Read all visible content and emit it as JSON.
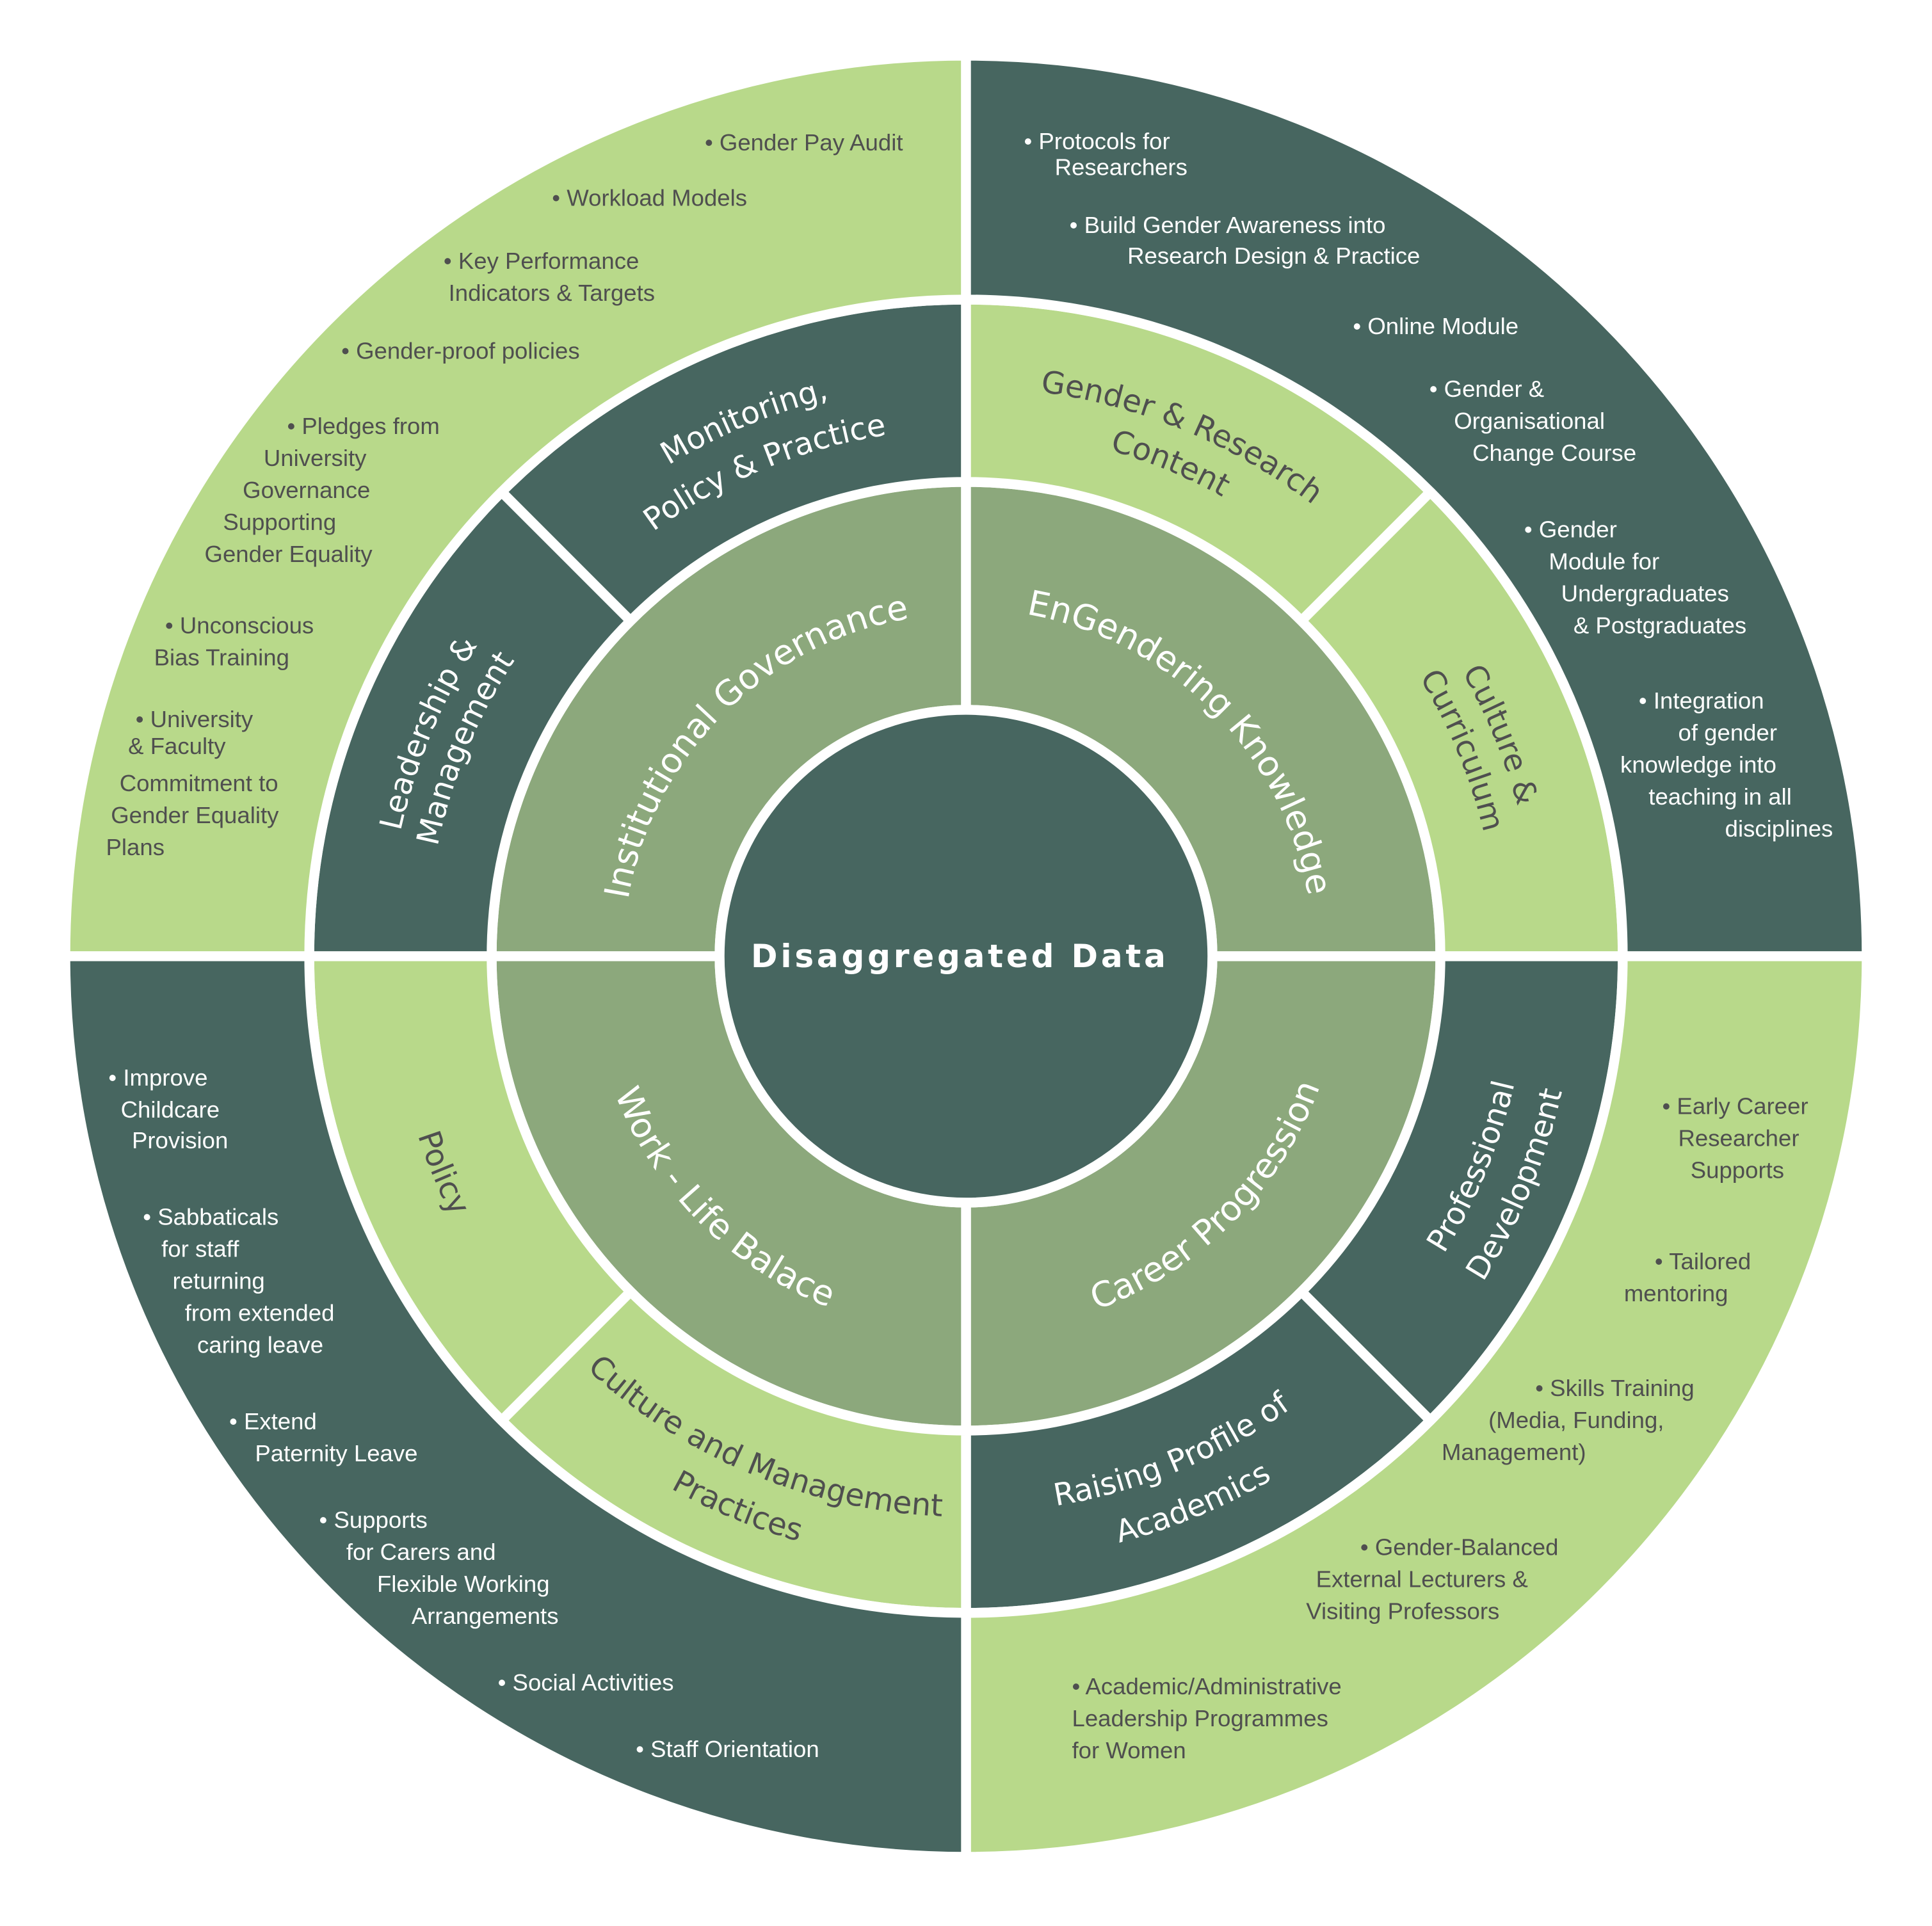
{
  "colors": {
    "dark": "#476660",
    "medium": "#8ca87c",
    "light": "#b8d98a",
    "text_on_light": "#4f4f4f",
    "text_on_dark": "#ffffff"
  },
  "center": {
    "title": "Disaggregated Data"
  },
  "quadrants": {
    "tl": {
      "theme": "Institutional Governance",
      "sub_a": [
        "Leadership &",
        "Management"
      ],
      "sub_b": [
        "Monitoring,",
        "Policy & Practice"
      ],
      "bullets": [
        [
          "• Gender Pay Audit"
        ],
        [
          "• Workload Models"
        ],
        [
          "• Key Performance",
          "Indicators & Targets"
        ],
        [
          "• Gender-proof policies"
        ],
        [
          "• Pledges from",
          "University",
          "Governance",
          "Supporting",
          "Gender Equality"
        ],
        [
          "• Unconscious",
          "Bias Training"
        ],
        [
          "• University",
          "& Faculty",
          "Commitment to",
          "Gender Equality",
          "Plans"
        ]
      ]
    },
    "tr": {
      "theme": "EnGendering Knowledge",
      "sub_a": [
        "Gender & Research",
        "Content"
      ],
      "sub_b": [
        "Culture &",
        "Curriculum"
      ],
      "bullets": [
        [
          "• Protocols for",
          "Researchers"
        ],
        [
          "• Build  Gender Awareness into",
          "Research Design & Practice"
        ],
        [
          "• Online Module"
        ],
        [
          "• Gender &",
          "Organisational",
          "Change Course"
        ],
        [
          "• Gender",
          "Module for",
          "Undergraduates",
          "& Postgraduates"
        ],
        [
          "• Integration",
          "of gender",
          "knowledge into",
          "teaching in all",
          "disciplines"
        ]
      ]
    },
    "br": {
      "theme": "Career Progression",
      "sub_a": [
        "Professional",
        "Development"
      ],
      "sub_b": [
        "Raising Profile of",
        "Academics"
      ],
      "bullets": [
        [
          "• Early Career",
          "Researcher",
          "Supports"
        ],
        [
          "• Tailored",
          "mentoring"
        ],
        [
          "• Skills Training",
          "(Media,  Funding,",
          "Management)"
        ],
        [
          "• Gender-Balanced",
          "External Lecturers &",
          "Visiting Professors"
        ],
        [
          "• Academic/Administrative",
          "Leadership Programmes",
          "for Women"
        ]
      ]
    },
    "bl": {
      "theme": "Work - Life Balace",
      "sub_a": [
        "Culture and Management",
        "Practices"
      ],
      "sub_b": [
        "Policy"
      ],
      "bullets": [
        [
          "• Improve",
          "Childcare",
          "Provision"
        ],
        [
          "• Sabbaticals",
          "for staff",
          "returning",
          "from extended",
          "caring leave"
        ],
        [
          "• Extend",
          "Paternity Leave"
        ],
        [
          "• Supports",
          "for Carers and",
          "Flexible Working",
          "Arrangements"
        ],
        [
          "• Social Activities"
        ],
        [
          "• Staff Orientation"
        ]
      ]
    }
  }
}
